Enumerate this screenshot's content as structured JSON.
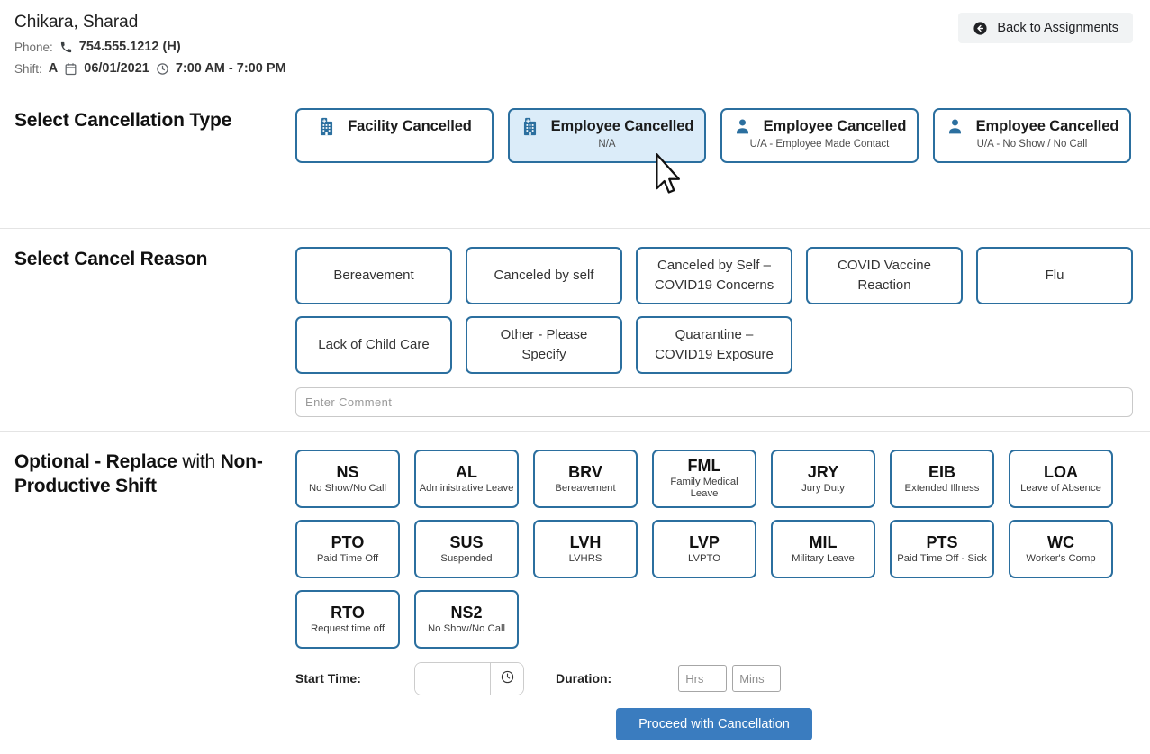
{
  "colors": {
    "accent_border": "#2b6f9f",
    "selected_option_bg": "#dbecf9",
    "primary_button_bg": "#3a7cbf",
    "back_button_bg": "#f1f3f4",
    "divider": "#e4e4e4"
  },
  "header": {
    "employee_name": "Chikara, Sharad",
    "phone_label": "Phone:",
    "phone_icon": "phone-icon",
    "phone_value": "754.555.1212 (H)",
    "shift_label": "Shift:",
    "shift_letter": "A",
    "calendar_icon": "calendar-icon",
    "shift_date": "06/01/2021",
    "clock_icon": "clock-icon",
    "shift_time": "7:00 AM - 7:00 PM",
    "back_button_icon": "circle-arrow-left-icon",
    "back_button_label": "Back to Assignments"
  },
  "cancellation_type": {
    "heading": "Select Cancellation Type",
    "options": [
      {
        "label": "Facility Cancelled",
        "sublabel": "",
        "icon": "hospital-building-icon",
        "selected": false
      },
      {
        "label": "Employee Cancelled",
        "sublabel": "N/A",
        "icon": "hospital-building-icon",
        "selected": true
      },
      {
        "label": "Employee Cancelled",
        "sublabel": "U/A - Employee Made Contact",
        "icon": "person-icon",
        "selected": false
      },
      {
        "label": "Employee Cancelled",
        "sublabel": "U/A - No Show / No Call",
        "icon": "person-icon",
        "selected": false
      }
    ]
  },
  "cancel_reason": {
    "heading": "Select Cancel Reason",
    "options": [
      "Bereavement",
      "Canceled by self",
      "Canceled by Self – COVID19 Concerns",
      "COVID Vaccine Reaction",
      "Flu",
      "Lack of Child Care",
      "Other - Please Specify",
      "Quarantine – COVID19 Exposure"
    ],
    "comment_placeholder": "Enter Comment"
  },
  "replacement": {
    "heading_bold_1": "Optional - Replace",
    "heading_mid": " with ",
    "heading_bold_2": "Non-Productive Shift",
    "shift_codes": [
      {
        "code": "NS",
        "description": "No Show/No Call"
      },
      {
        "code": "AL",
        "description": "Administrative Leave"
      },
      {
        "code": "BRV",
        "description": "Bereavement"
      },
      {
        "code": "FML",
        "description": "Family Medical Leave"
      },
      {
        "code": "JRY",
        "description": "Jury Duty"
      },
      {
        "code": "EIB",
        "description": "Extended Illness"
      },
      {
        "code": "LOA",
        "description": "Leave of Absence"
      },
      {
        "code": "PTO",
        "description": "Paid Time Off"
      },
      {
        "code": "SUS",
        "description": "Suspended"
      },
      {
        "code": "LVH",
        "description": "LVHRS"
      },
      {
        "code": "LVP",
        "description": "LVPTO"
      },
      {
        "code": "MIL",
        "description": "Military Leave"
      },
      {
        "code": "PTS",
        "description": "Paid Time Off - Sick"
      },
      {
        "code": "WC",
        "description": "Worker's Comp"
      },
      {
        "code": "RTO",
        "description": "Request time off"
      },
      {
        "code": "NS2",
        "description": "No Show/No Call"
      }
    ],
    "start_time_label": "Start Time:",
    "start_time_value": "",
    "duration_label": "Duration:",
    "hrs_placeholder": "Hrs",
    "mins_placeholder": "Mins"
  },
  "actions": {
    "proceed_label": "Proceed with Cancellation"
  }
}
